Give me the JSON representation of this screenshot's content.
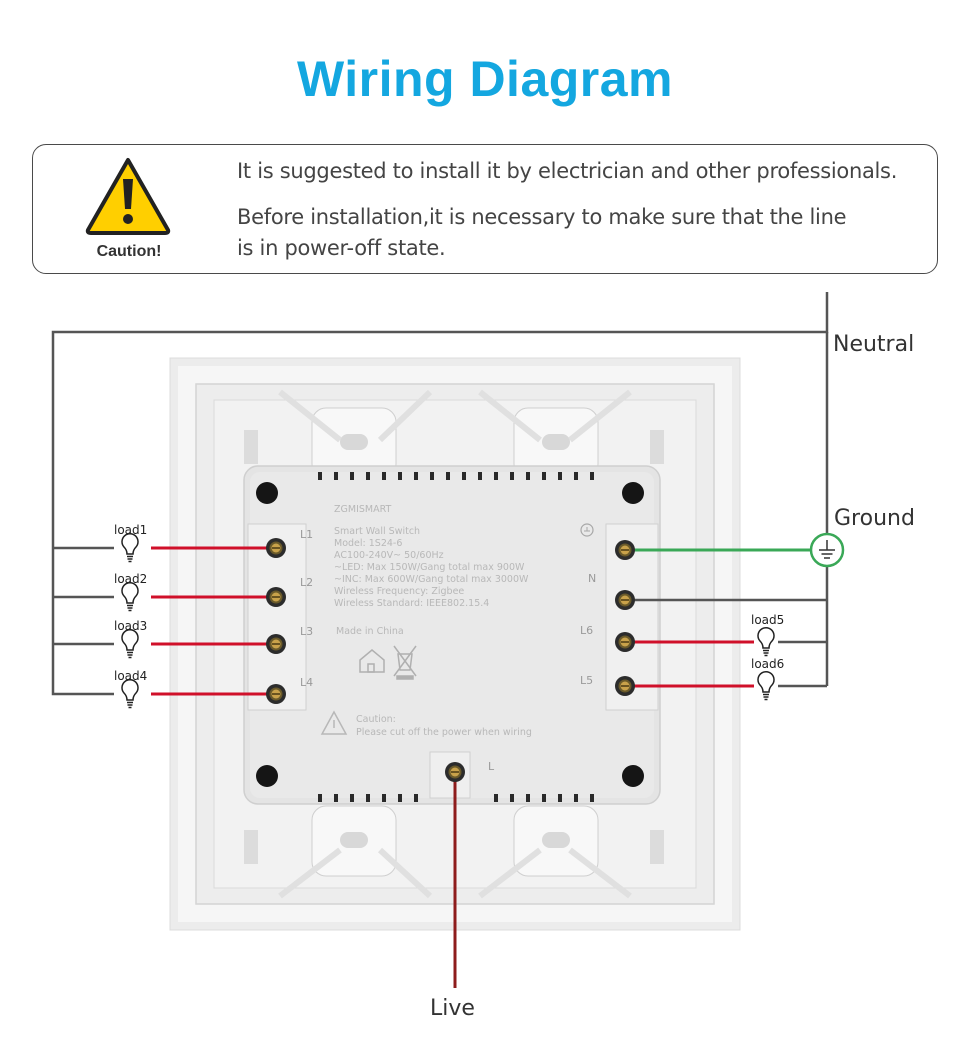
{
  "title": "Wiring Diagram",
  "caution": {
    "label": "Caution!",
    "line1": "It is suggested to install it by electrician and other professionals.",
    "line2": "Before installation,it is necessary to make sure that the line",
    "line3": "is in power-off state."
  },
  "wires": {
    "neutral": "Neutral",
    "ground": "Ground",
    "live": "Live"
  },
  "loads": [
    "load1",
    "load2",
    "load3",
    "load4",
    "load5",
    "load6"
  ],
  "module": {
    "brand": "ZGMISMART",
    "name": "Smart Wall Switch",
    "model": "Model: 1S24-6",
    "voltage": "AC100-240V~ 50/60Hz",
    "led": "~LED: Max 150W/Gang   total max 900W",
    "inc": "~INC: Max 600W/Gang   total max 3000W",
    "freq": "Wireless Frequency: Zigbee",
    "standard": "Wireless Standard: IEEE802.15.4",
    "origin": "Made in China",
    "caution_title": "Caution:",
    "caution_text": "Please cut off the power when wiring"
  },
  "terminals": {
    "left": [
      "L1",
      "L2",
      "L3",
      "L4"
    ],
    "right": [
      "N",
      "L6",
      "L5"
    ],
    "bottom": "L"
  },
  "colors": {
    "accent": "#14a7e0",
    "load_wire": "#d0102a",
    "ground_wire": "#3aa857",
    "live_wire": "#8e1c1c",
    "neutral_wire": "#555555"
  },
  "icons": [
    "warning-icon",
    "bulb-icon",
    "ground-symbol-icon",
    "home-icon",
    "recycle-bin-icon"
  ]
}
